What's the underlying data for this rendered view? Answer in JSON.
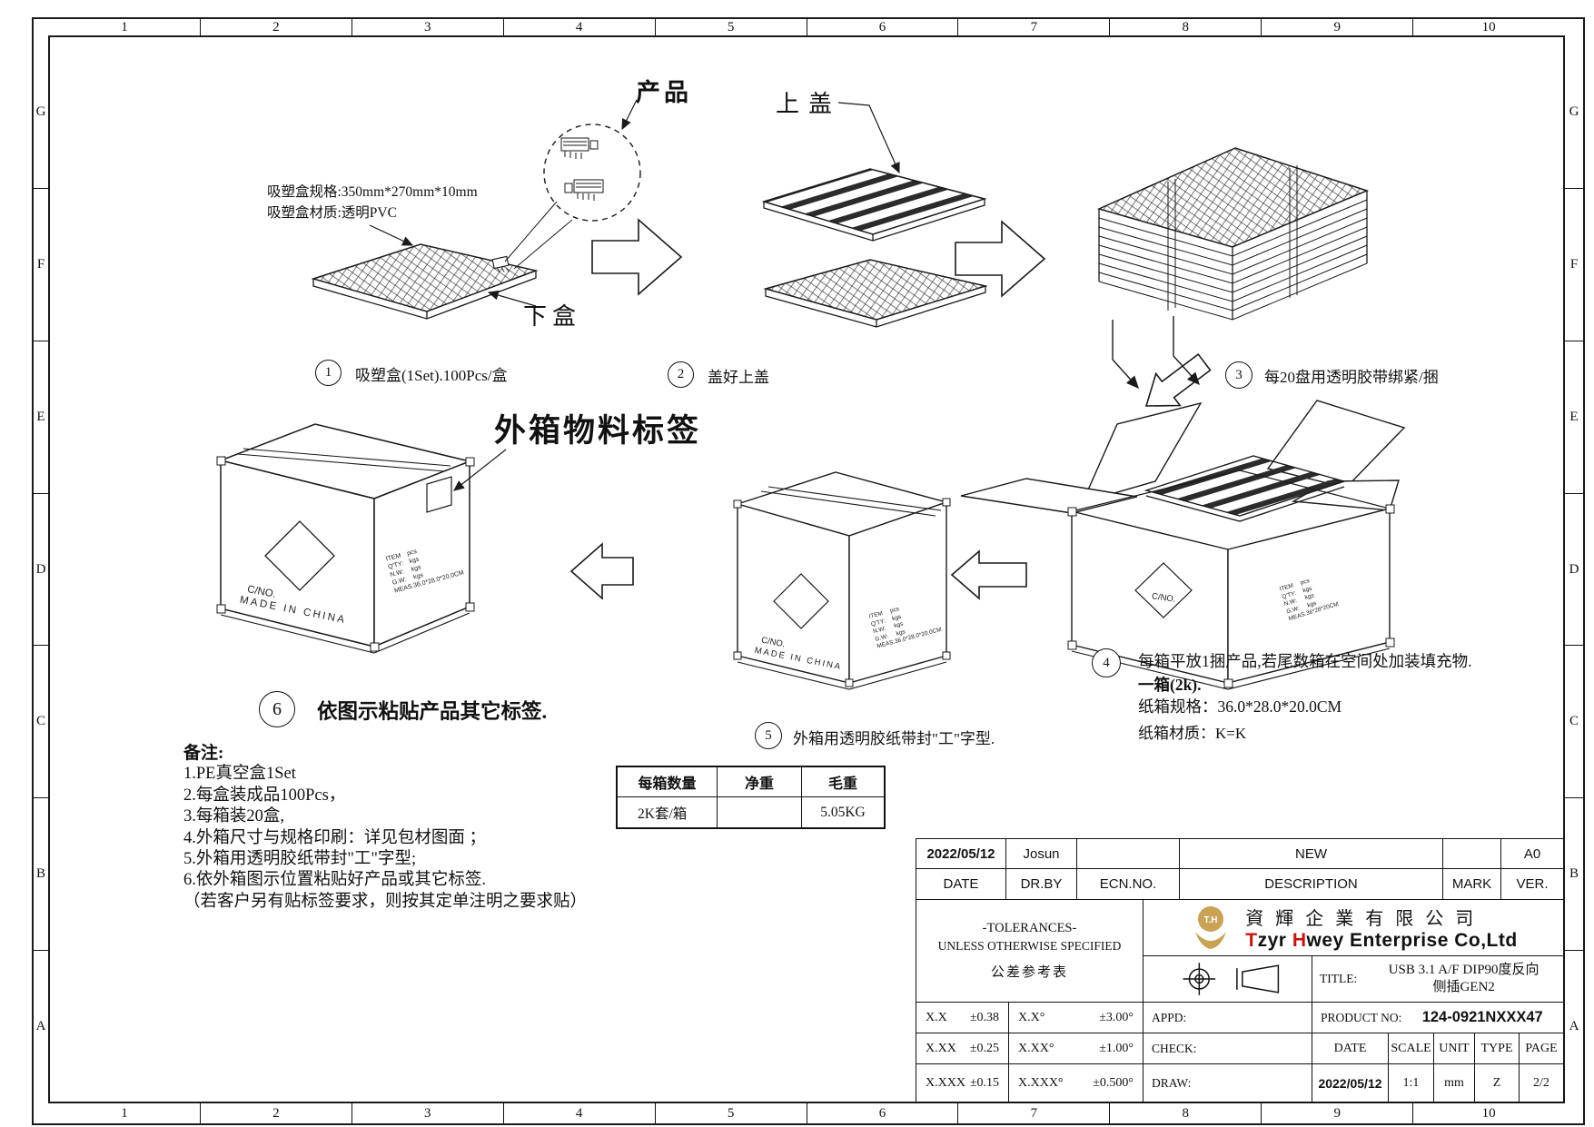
{
  "sheet": {
    "grid_columns": [
      "1",
      "2",
      "3",
      "4",
      "5",
      "6",
      "7",
      "8",
      "9",
      "10"
    ],
    "grid_rows": [
      "G",
      "F",
      "E",
      "D",
      "C",
      "B",
      "A"
    ]
  },
  "figure": {
    "product_callout": "产品",
    "top_cover": "上盖",
    "bottom_box": "下盒",
    "tray_spec": "吸塑盒规格:350mm*270mm*10mm",
    "tray_material": "吸塑盒材质:透明PVC",
    "outer_label_title": "外箱物料标签",
    "cno": "C/NO.",
    "made_in": "MADE IN CHINA"
  },
  "box_label": {
    "item": "ITEM",
    "item_v": "pcs",
    "qty": "Q'TY:",
    "qty_v": "kgs",
    "nw": "N.W:",
    "nw_v": "kgs",
    "gw": "G.W:",
    "gw_v": "kgs",
    "meas_full": "MEAS.36.0*28.0*20.0CM",
    "meas_short": "MEAS.36*28*20CM"
  },
  "steps": [
    {
      "num": "1",
      "text": "吸塑盒(1Set).100Pcs/盒"
    },
    {
      "num": "2",
      "text": "盖好上盖"
    },
    {
      "num": "3",
      "text": "每20盘用透明胶带绑紧/捆"
    },
    {
      "num": "4",
      "text": "每箱平放1捆产品,若尾数箱在空间处加装填充物.",
      "text2": "一箱(2k).",
      "text3": "纸箱规格：36.0*28.0*20.0CM",
      "text4": "纸箱材质：K=K"
    },
    {
      "num": "5",
      "text": "外箱用透明胶纸带封\"工\"字型."
    },
    {
      "num": "6",
      "text": "依图示粘贴产品其它标签."
    }
  ],
  "notes": {
    "title": "备注:",
    "items": [
      "1.PE真空盒1Set",
      "2.每盒装成品100Pcs，",
      "3.每箱装20盒,",
      "4.外箱尺寸与规格印刷：详见包材图面 ；",
      "5.外箱用透明胶纸带封\"工\"字型;",
      "6.依外箱图示位置粘贴好产品或其它标签.",
      "（若客户另有贴标签要求，则按其定单注明之要求贴）"
    ]
  },
  "qty_table": {
    "headers": [
      "每箱数量",
      "净重",
      "毛重"
    ],
    "row": [
      "2K套/箱",
      "",
      "5.05KG"
    ]
  },
  "title_block": {
    "date_value": "2022/05/12",
    "drby_value": "Josun",
    "ecn_value": "",
    "description_value": "NEW",
    "mark_value": "",
    "ver_value": "A0",
    "headers": {
      "date": "DATE",
      "drby": "DR.BY",
      "ecn": "ECN.NO.",
      "description": "DESCRIPTION",
      "mark": "MARK",
      "ver": "VER."
    },
    "tolerances": {
      "line1": "-TOLERANCES-",
      "line2": "UNLESS OTHERWISE SPECIFIED",
      "line3": "公差参考表",
      "rows": [
        [
          "X.X",
          "±0.38",
          "X.X°",
          "±3.00°"
        ],
        [
          "X.XX",
          "±0.25",
          "X.XX°",
          "±1.00°"
        ],
        [
          "X.XXX",
          "±0.15",
          "X.XXX°",
          "±0.500°"
        ]
      ]
    },
    "company": {
      "logo": "T.H",
      "cn": "資輝企業有限公司",
      "en_parts": [
        "T",
        "zyr ",
        "H",
        "wey Enterprise Co,Ltd"
      ]
    },
    "title_label": "TITLE:",
    "title_line1": "USB 3.1 A/F DIP90度反向",
    "title_line2": "侧插GEN2",
    "appd": "APPD:",
    "check": "CHECK:",
    "draw": "DRAW:",
    "product_no_label": "PRODUCT NO:",
    "product_no": "124-0921NXXX47",
    "cols": {
      "date": "DATE",
      "scale": "SCALE",
      "unit": "UNIT",
      "type": "TYPE",
      "page": "PAGE"
    },
    "vals": {
      "date": "2022/05/12",
      "scale": "1:1",
      "unit": "mm",
      "type": "Z",
      "page": "2/2"
    }
  },
  "colors": {
    "line": "#1a1a1a",
    "logo_gold": "#c9a254",
    "accent_red": "#cc1111"
  }
}
